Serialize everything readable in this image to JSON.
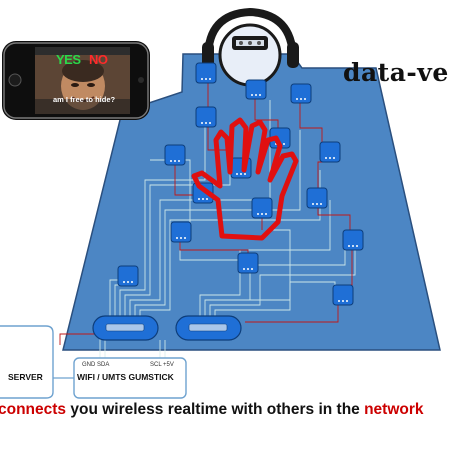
{
  "title": "data-ve",
  "phone": {
    "yes_label": "YES",
    "no_label": "NO",
    "question": "am I free to hide?"
  },
  "server_label": "SERVER",
  "gumstick": {
    "label": "WIFI / UMTS  GUMSTICK",
    "pins": [
      "GND",
      "SDA",
      "SCL",
      "+5V"
    ]
  },
  "caption": {
    "part1": "connects",
    "part2": " you wireless realtime with others in the ",
    "part3": "network"
  },
  "colors": {
    "vest_blue": "#4c86c4",
    "vest_edge": "#2a4f7e",
    "module_blue": "#1f6fd6",
    "hand_red": "#e01010",
    "wire_light": "#d9f0ec",
    "wire_red": "#c01818",
    "caption_red": "#cc0000",
    "yes_green": "#2bd84a",
    "no_red": "#ff2a2a"
  },
  "icons": [
    "headphones-icon",
    "hand-icon",
    "phone-icon"
  ]
}
